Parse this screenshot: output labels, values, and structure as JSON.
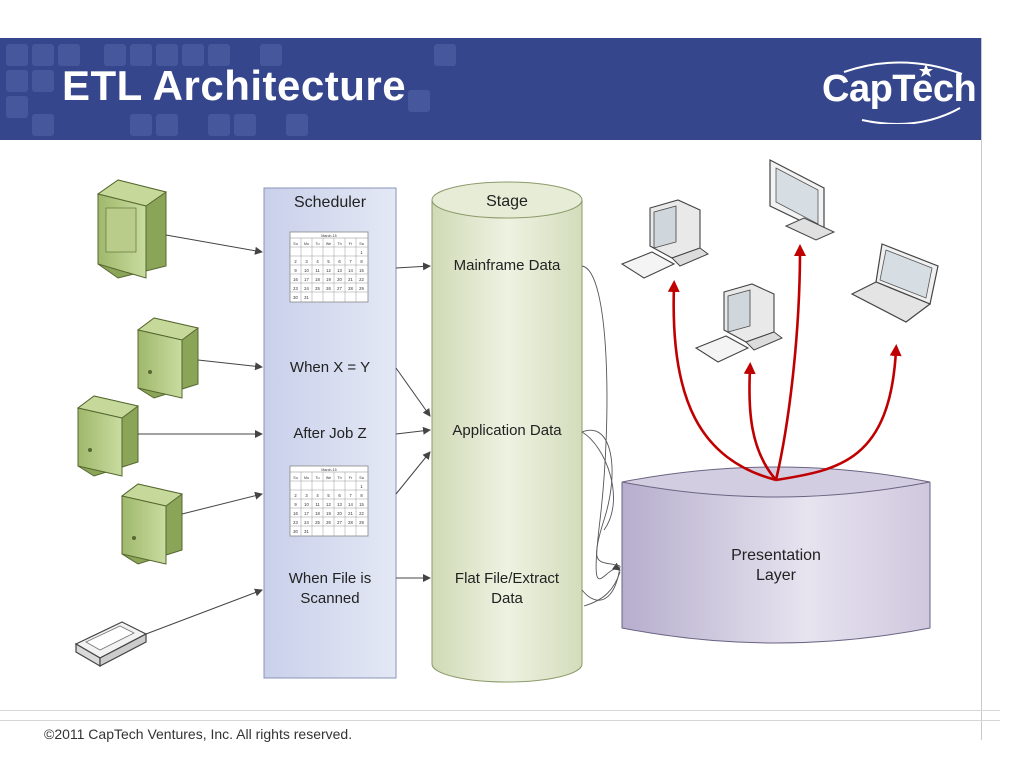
{
  "header": {
    "title": "ETL Architecture",
    "logo_text": "CapTech"
  },
  "scheduler": {
    "title": "Scheduler",
    "calendar_month": "March-15",
    "calendar_days": [
      "Su",
      "Mo",
      "Tu",
      "We",
      "Th",
      "Fr",
      "Sa"
    ],
    "triggers": [
      "When X = Y",
      "After Job Z",
      "When File is Scanned"
    ]
  },
  "stage": {
    "title": "Stage",
    "items": [
      "Mainframe Data",
      "Application Data",
      "Flat File/Extract Data"
    ]
  },
  "presentation": {
    "label": "Presentation Layer"
  },
  "sources": [
    "server-icon",
    "server-icon",
    "server-icon",
    "server-icon",
    "server-icon",
    "scanner-icon"
  ],
  "consumers": [
    "desktop-computer-icon",
    "monitor-icon",
    "desktop-computer-icon",
    "laptop-icon"
  ],
  "colors": {
    "header": "#36468c",
    "scheduler_fill": "#d7dcee",
    "stage_fill": "#dfe6cd",
    "presentation_fill": "#d5cfe2",
    "red_arrow": "#c00000"
  },
  "footer": {
    "copyright": "©2011 CapTech Ventures, Inc.  All rights reserved."
  }
}
